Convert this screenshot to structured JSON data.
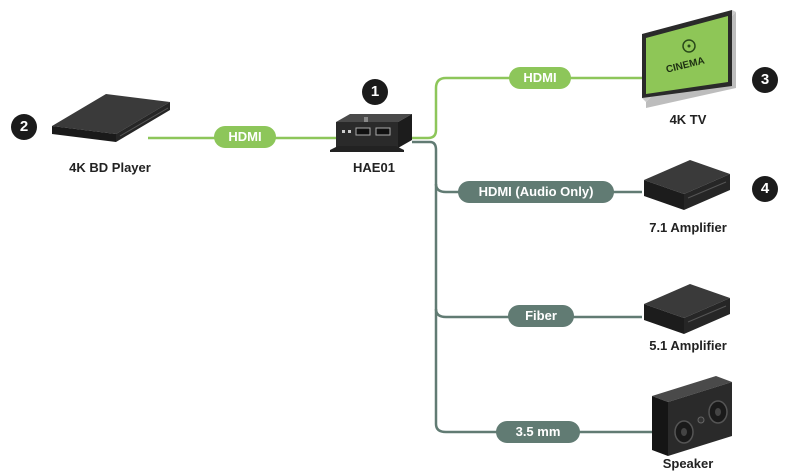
{
  "devices": {
    "player": {
      "label": "4K BD Player",
      "icon": "bluray-player-icon"
    },
    "hub": {
      "label": "HAE01",
      "icon": "audio-extractor-icon"
    },
    "tv": {
      "label": "4K TV",
      "screen_text": "CINEMA",
      "icon": "tv-icon"
    },
    "amp71": {
      "label": "7.1 Amplifier",
      "icon": "amplifier-icon"
    },
    "amp51": {
      "label": "5.1 Amplifier",
      "icon": "amplifier-icon"
    },
    "speaker": {
      "label": "Speaker",
      "icon": "speaker-icon"
    }
  },
  "connections": {
    "player_to_hub": "HDMI",
    "hub_to_tv": "HDMI",
    "hub_to_amp71": "HDMI (Audio Only)",
    "hub_to_amp51": "Fiber",
    "hub_to_speaker": "3.5 mm"
  },
  "badges": {
    "hub": "1",
    "player": "2",
    "tv": "3",
    "amp71": "4"
  },
  "colors": {
    "green": "#8dc65a",
    "gray": "#617b73",
    "badge": "#1b1b1b",
    "tv_screen": "#8ec657"
  }
}
